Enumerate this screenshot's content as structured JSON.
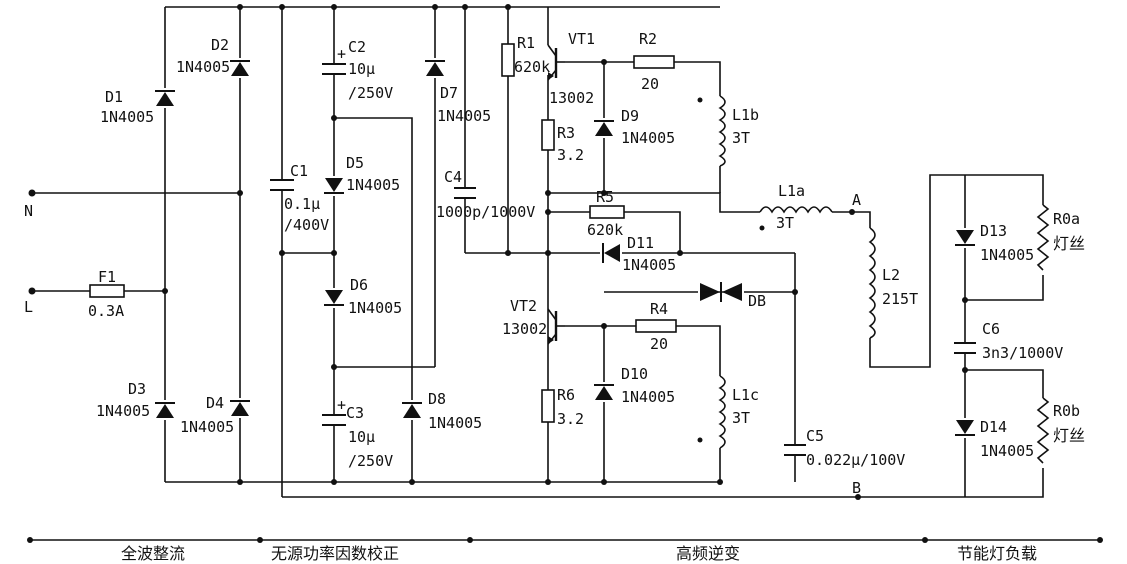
{
  "terminals": {
    "n": "N",
    "l": "L",
    "a": "A",
    "b": "B"
  },
  "components": {
    "f1": {
      "ref": "F1",
      "value": "0.3A"
    },
    "d1": {
      "ref": "D1",
      "value": "1N4005"
    },
    "d2": {
      "ref": "D2",
      "value": "1N4005"
    },
    "d3": {
      "ref": "D3",
      "value": "1N4005"
    },
    "d4": {
      "ref": "D4",
      "value": "1N4005"
    },
    "c1": {
      "ref": "C1",
      "value": "0.1μ",
      "rating": "/400V"
    },
    "c2": {
      "ref": "C2",
      "value": "10μ",
      "rating": "/250V"
    },
    "c3": {
      "ref": "C3",
      "value": "10μ",
      "rating": "/250V"
    },
    "d5": {
      "ref": "D5",
      "value": "1N4005"
    },
    "d6": {
      "ref": "D6",
      "value": "1N4005"
    },
    "d7": {
      "ref": "D7",
      "value": "1N4005"
    },
    "d8": {
      "ref": "D8",
      "value": "1N4005"
    },
    "c4": {
      "ref": "C4",
      "value": "1000p/1000V"
    },
    "r1": {
      "ref": "R1",
      "value": "620k"
    },
    "vt1": {
      "ref": "VT1",
      "value": "13002"
    },
    "r3": {
      "ref": "R3",
      "value": "3.2"
    },
    "d9": {
      "ref": "D9",
      "value": "1N4005"
    },
    "r2": {
      "ref": "R2",
      "value": "20"
    },
    "l1b": {
      "ref": "L1b",
      "value": "3T"
    },
    "r5": {
      "ref": "R5",
      "value": "620k"
    },
    "d11": {
      "ref": "D11",
      "value": "1N4005"
    },
    "l1a": {
      "ref": "L1a",
      "value": "3T"
    },
    "l2": {
      "ref": "L2",
      "value": "215T"
    },
    "vt2": {
      "ref": "VT2",
      "value": "13002"
    },
    "r4": {
      "ref": "R4",
      "value": "20"
    },
    "db": {
      "ref": "DB"
    },
    "r6": {
      "ref": "R6",
      "value": "3.2"
    },
    "d10": {
      "ref": "D10",
      "value": "1N4005"
    },
    "l1c": {
      "ref": "L1c",
      "value": "3T"
    },
    "c5": {
      "ref": "C5",
      "value": "0.022μ/100V"
    },
    "d13": {
      "ref": "D13",
      "value": "1N4005"
    },
    "r0a": {
      "ref": "R0a",
      "value": "灯丝"
    },
    "c6": {
      "ref": "C6",
      "value": "3n3/1000V"
    },
    "d14": {
      "ref": "D14",
      "value": "1N4005"
    },
    "r0b": {
      "ref": "R0b",
      "value": "灯丝"
    }
  },
  "sections": [
    "全波整流",
    "无源功率因数校正",
    "高频逆变",
    "节能灯负载"
  ]
}
